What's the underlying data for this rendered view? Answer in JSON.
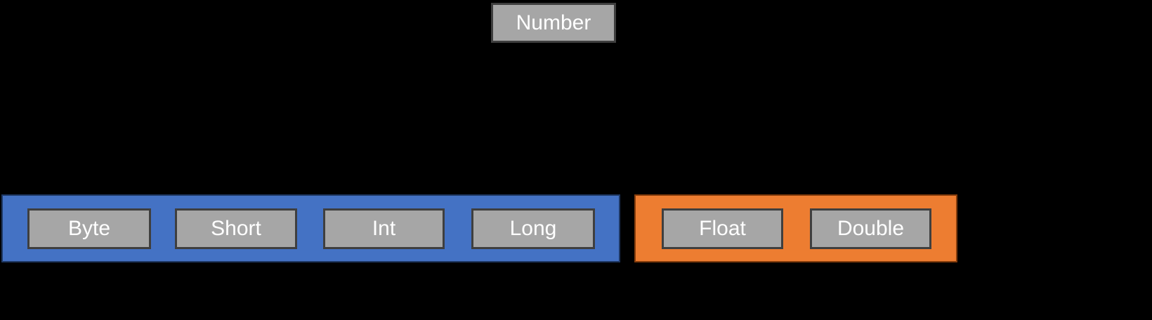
{
  "diagram": {
    "background_color": "#000000",
    "node_fill": "#A6A6A6",
    "node_border_color": "#3F3F3F",
    "node_text_color": "#FFFFFF",
    "root": {
      "label": "Number"
    },
    "groups": [
      {
        "fill": "#4472C4",
        "border_color": "#1F3864",
        "items": [
          {
            "label": "Byte"
          },
          {
            "label": "Short"
          },
          {
            "label": "Int"
          },
          {
            "label": "Long"
          }
        ]
      },
      {
        "fill": "#ED7D31",
        "border_color": "#843C0C",
        "items": [
          {
            "label": "Float"
          },
          {
            "label": "Double"
          }
        ]
      }
    ]
  }
}
